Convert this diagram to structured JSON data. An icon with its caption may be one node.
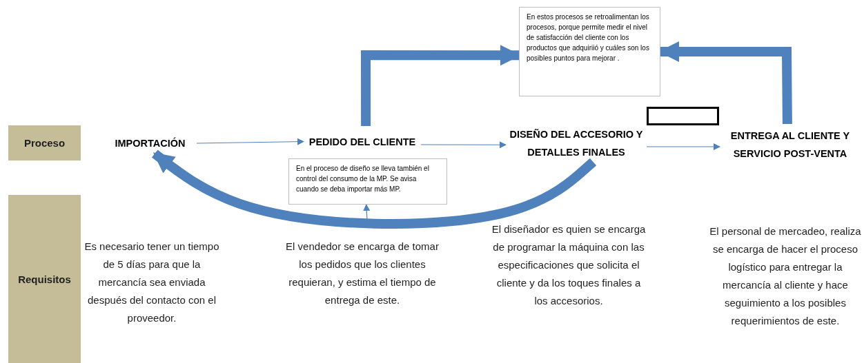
{
  "diagram": {
    "nodes": [
      {
        "text": [
          "Proceso"
        ]
      },
      {
        "text": [
          "Requisitos"
        ]
      },
      {
        "text": [
          "IMPORTACIÓN"
        ]
      },
      {
        "text": [
          "PEDIDO DEL CLIENTE"
        ]
      },
      {
        "text": [
          "DISEÑO DEL ACCESORIO Y DETALLES FINALES"
        ]
      },
      {
        "text": [
          "ENTREGA AL CLIENTE Y SERVICIO POST-VENTA"
        ]
      },
      {
        "text": [
          "En estos procesos se retroalimentan los procesos, porque permite medir el nivel de satisfacción del cliente con los productos que adquiriió y cuáles son los posibles puntos para mejorar ."
        ]
      },
      {
        "text": [
          "En el proceso de diseño se lleva también el control del consumo de la MP. Se avisa cuando se deba importar más MP."
        ]
      },
      {
        "text": [],
        "shape": "box"
      }
    ],
    "edges": [
      {
        "from": 2,
        "to": 3,
        "arrow": "to"
      },
      {
        "from": 3,
        "to": 4,
        "arrow": "to"
      },
      {
        "from": 4,
        "to": 5,
        "arrow": "to"
      },
      {
        "from": 3,
        "to": 6,
        "arrow": "to",
        "style": "thick"
      },
      {
        "from": 5,
        "to": 6,
        "arrow": "to",
        "style": "thick"
      },
      {
        "from": 4,
        "to": 2,
        "arrow": "to",
        "style": "thick"
      },
      {
        "from": null,
        "to": 7,
        "arrow": "to"
      }
    ],
    "labels": [
      "Es necesario tener un tiempo de 5 días para que la mercancía sea enviada después del contacto con el proveedor.",
      "El vendedor se encarga de tomar los pedidos que los clientes requieran, y estima el tiempo de entrega de este.",
      "El diseñador es quien se encarga de programar la máquina con las especificaciones que solicita el cliente y da los toques finales a los accesorios.",
      "El personal de mercadeo, realiza se encarga de hacer el proceso logístico para entregar la mercancía al cliente y hace seguimiento a los posibles requerimientos de este."
    ]
  }
}
